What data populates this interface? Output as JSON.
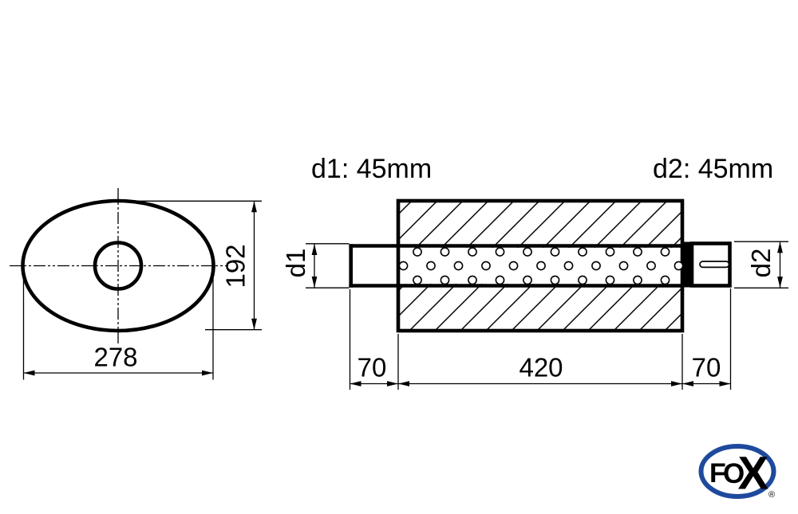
{
  "front_view": {
    "height_label": "192",
    "width_label": "278"
  },
  "side_view": {
    "inlet_spec": "d1: 45mm",
    "outlet_spec": "d2: 45mm",
    "inlet_diameter_label": "d1",
    "outlet_diameter_label": "d2",
    "inlet_length_label": "70",
    "body_length_label": "420",
    "outlet_length_label": "70"
  },
  "logo": {
    "brand": "FOX",
    "registered_mark": "®",
    "color": "#1e4a9d"
  },
  "colors": {
    "background": "#ffffff",
    "line": "#000000"
  }
}
